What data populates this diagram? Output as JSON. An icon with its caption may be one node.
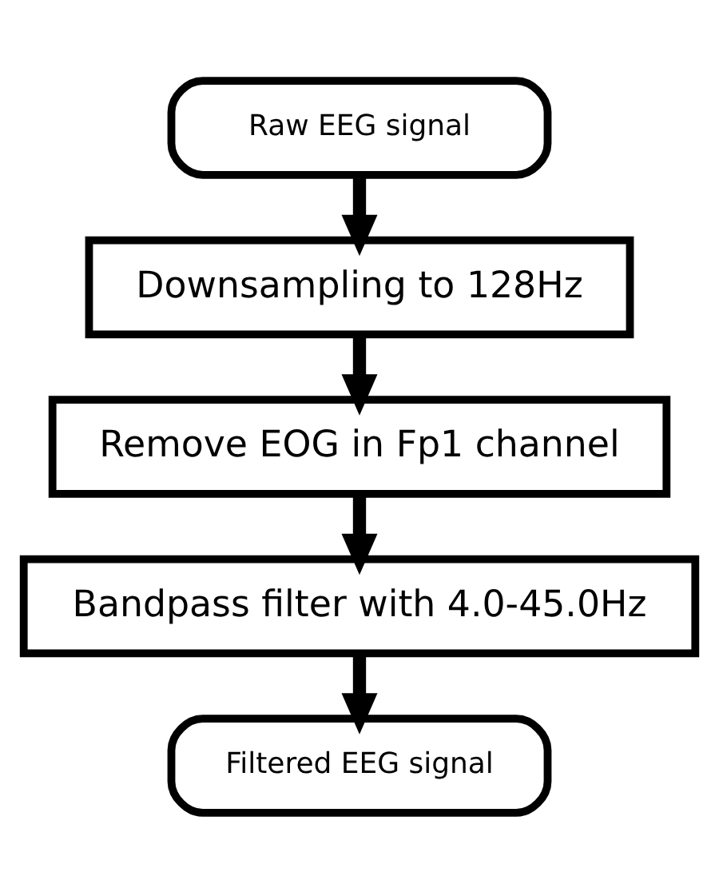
{
  "diagram": {
    "nodes": [
      {
        "text": [
          "Raw EEG signal"
        ]
      },
      {
        "text": [
          "Downsampling to 128Hz"
        ]
      },
      {
        "text": [
          "Remove EOG in Fp1 channel"
        ]
      },
      {
        "text": [
          "Bandpass filter with 4.0-45.0Hz"
        ]
      },
      {
        "text": [
          "Filtered EEG signal"
        ]
      }
    ],
    "edges": [
      {
        "from": 0,
        "to": 1,
        "arrow": "to"
      },
      {
        "from": 1,
        "to": 2,
        "arrow": "to"
      },
      {
        "from": 2,
        "to": 3,
        "arrow": "to"
      },
      {
        "from": 3,
        "to": 4,
        "arrow": "to"
      }
    ]
  }
}
